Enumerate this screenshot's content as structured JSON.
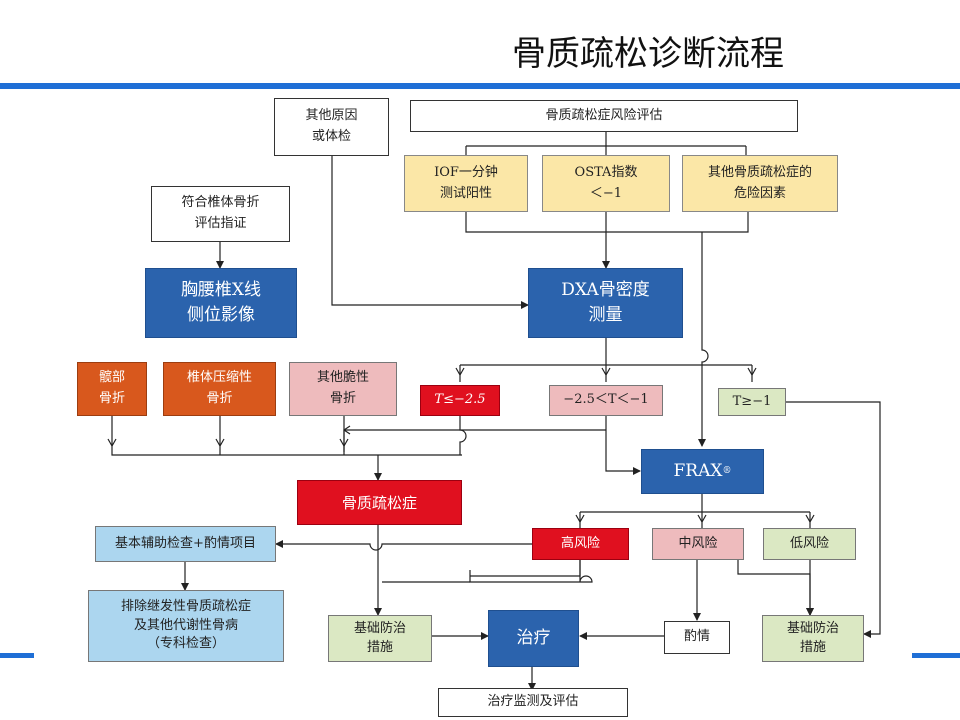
{
  "slide": {
    "title": "骨质疏松诊断流程"
  },
  "nodes": {
    "other_causes": [
      "其他原因",
      "或体检"
    ],
    "risk_assessment": "骨质疏松症风险评估",
    "iof": [
      "IOF一分钟",
      "测试阳性"
    ],
    "osta": [
      "OSTA指数",
      "＜−1"
    ],
    "other_risk": [
      "其他骨质疏松症的",
      "危险因素"
    ],
    "vertebral_indication": [
      "符合椎体骨折",
      "评估指证"
    ],
    "xray": [
      "胸腰椎X线",
      "侧位影像"
    ],
    "dxa": [
      "DXA骨密度",
      "测量"
    ],
    "hip_fracture": [
      "髋部",
      "骨折"
    ],
    "vertebral_fracture": [
      "椎体压缩性",
      "骨折"
    ],
    "other_fragility": [
      "其他脆性",
      "骨折"
    ],
    "t_low": "T≤−2.5",
    "t_mid": "−2.5＜T＜−1",
    "t_high": "T≥−1",
    "frax": "FRAX",
    "frax_sup": "®",
    "osteoporosis": "骨质疏松症",
    "basic_exam": "基本辅助检查+酌情项目",
    "high_risk": "高风险",
    "mid_risk": "中风险",
    "low_risk": "低风险",
    "exclude_secondary": [
      "排除继发性骨质疏松症",
      "及其他代谢性骨病",
      "（专科检查）"
    ],
    "basic_prevention_left": [
      "基础防治",
      "措施"
    ],
    "treatment": "治疗",
    "discretion": "酌情",
    "basic_prevention_right": [
      "基础防治",
      "措施"
    ],
    "monitoring": "治疗监测及评估"
  }
}
